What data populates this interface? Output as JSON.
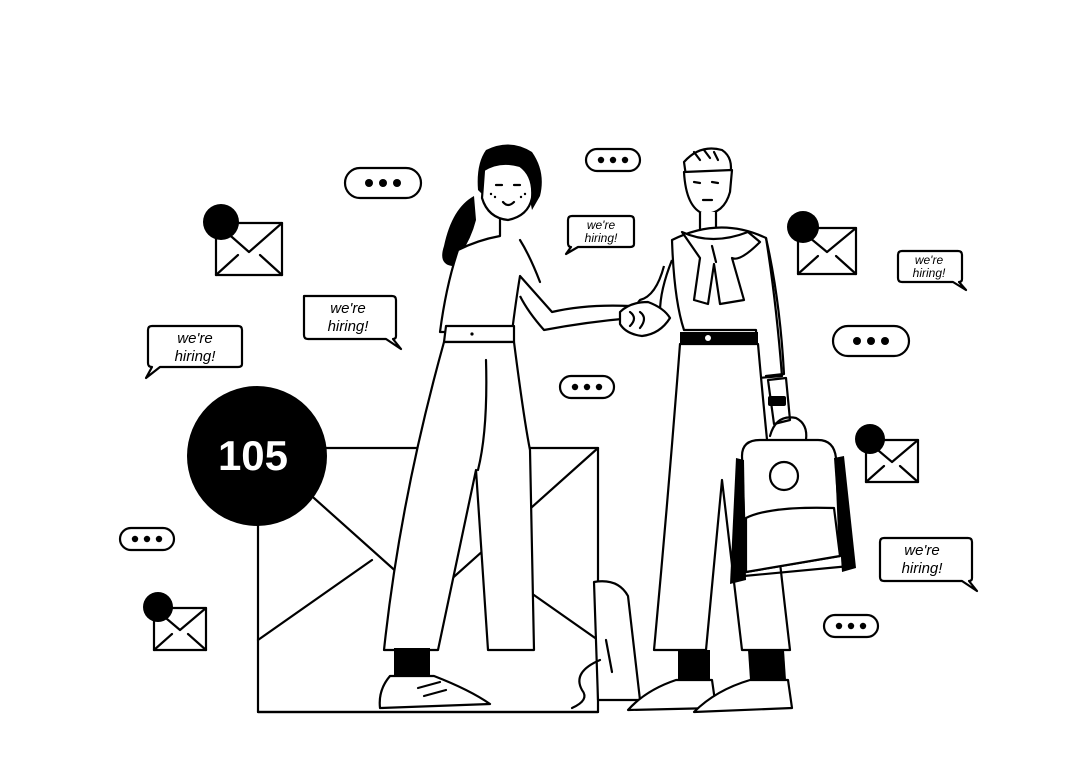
{
  "illustration": {
    "badge_count": "105",
    "bubbles": {
      "b1_line1": "we're",
      "b1_line2": "hiring!",
      "b2_line1": "we're",
      "b2_line2": "hiring!",
      "b3_line1": "we're",
      "b3_line2": "hiring!",
      "b4_line1": "we're",
      "b4_line2": "hiring!",
      "b5_line1": "we're",
      "b5_line2": "hiring!"
    },
    "icons": [
      "envelope-icon",
      "notification-dot-icon",
      "typing-dots-icon",
      "handshake-icon",
      "backpack-icon"
    ],
    "colors": {
      "ink": "#000000",
      "paper": "#ffffff"
    }
  }
}
